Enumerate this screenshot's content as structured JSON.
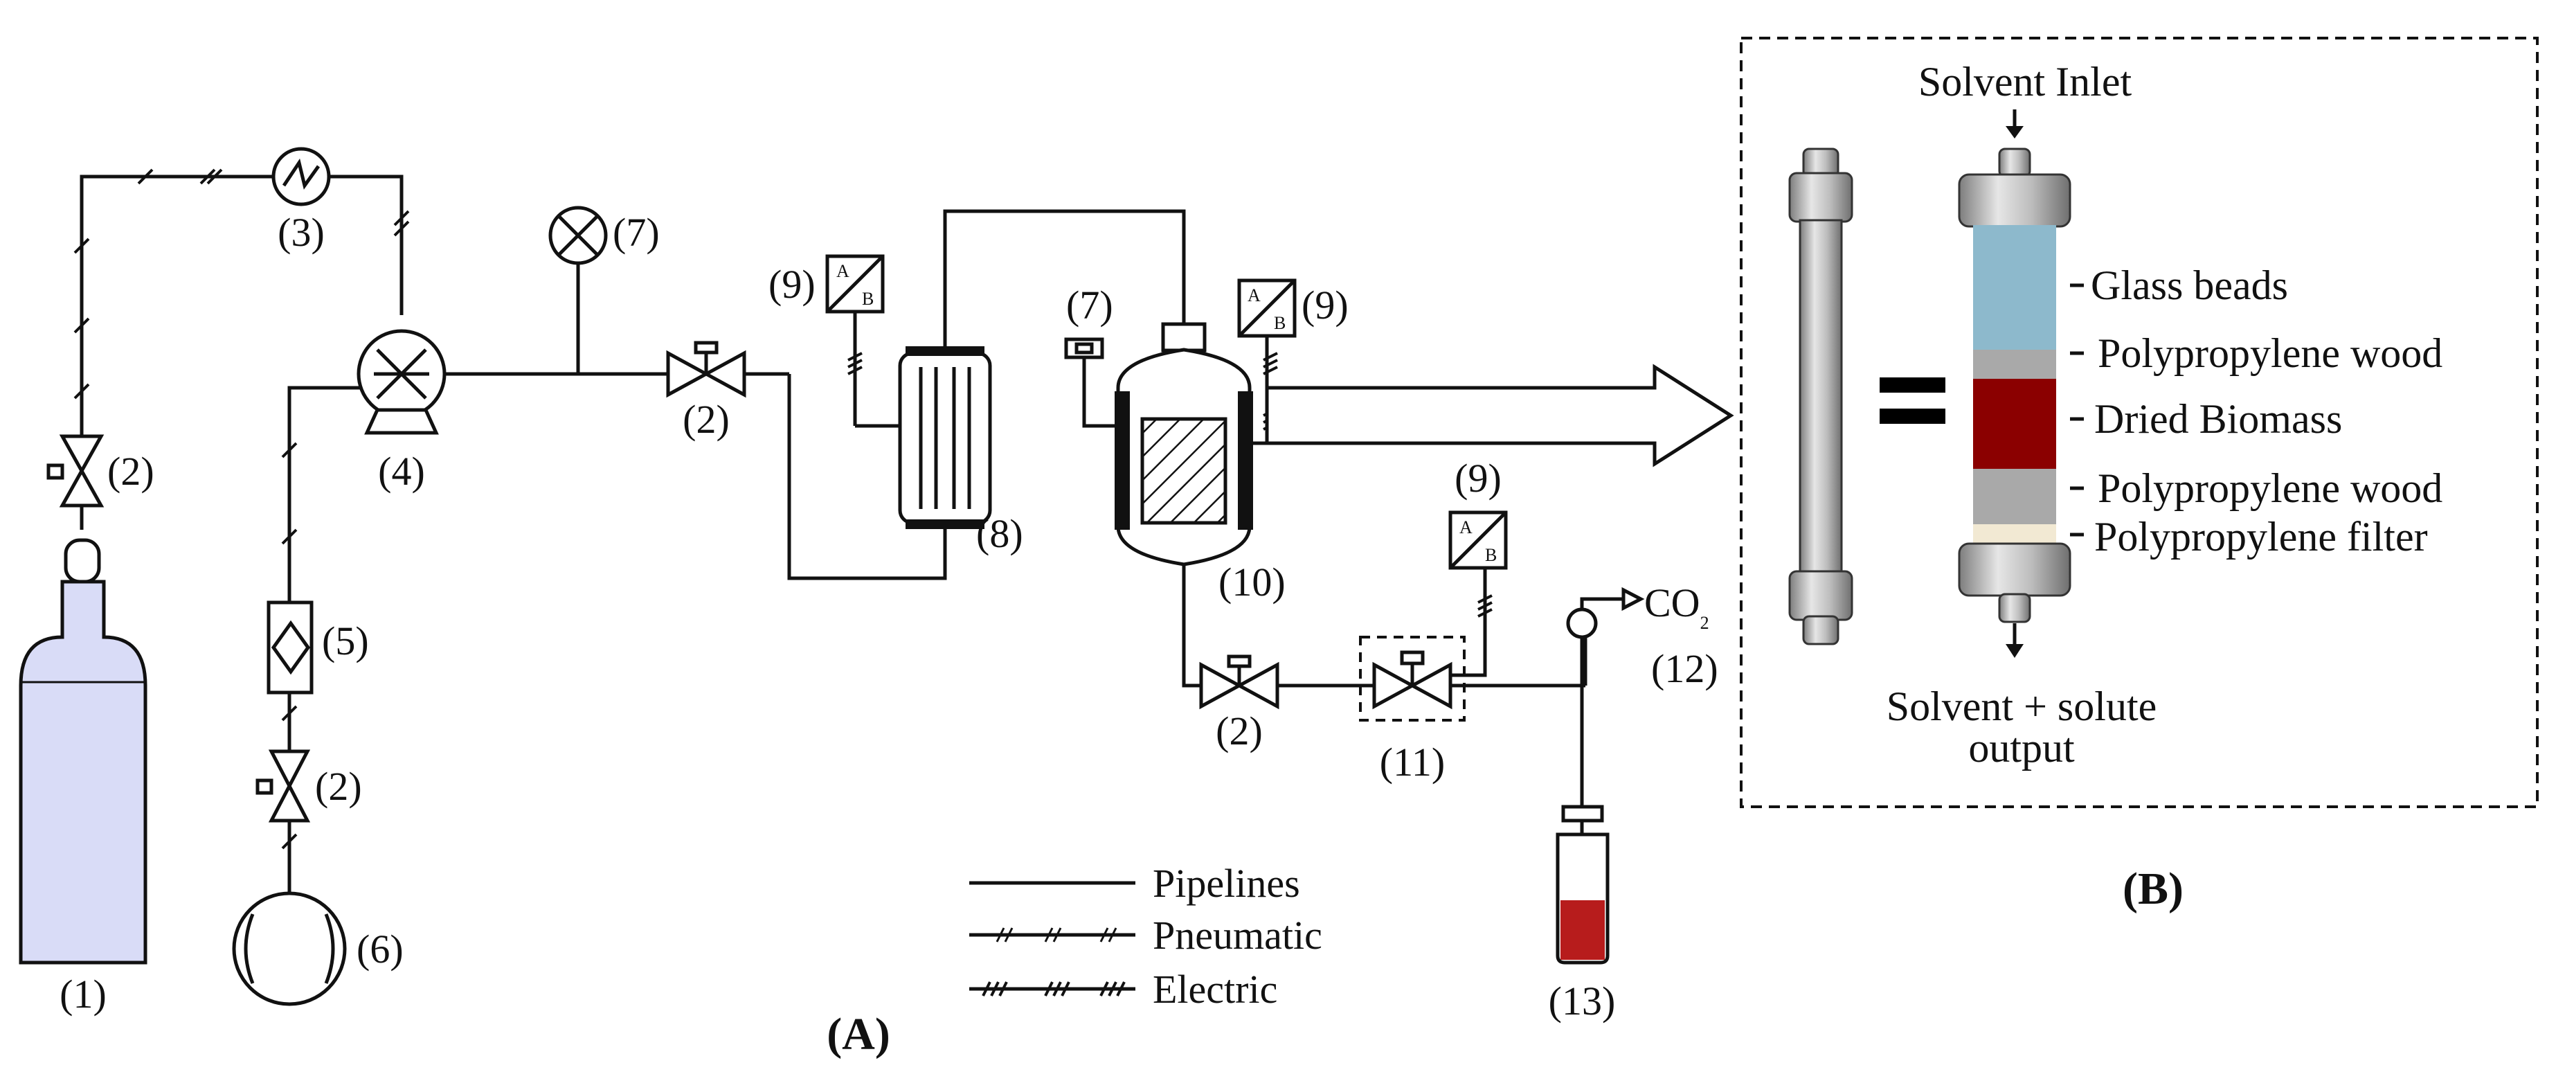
{
  "labels": {
    "cylinder": "(1)",
    "valve_top": "(2)",
    "valve_mid": "(2)",
    "valve_lower": "(2)",
    "valve_bottom": "(2)",
    "controller": "(3)",
    "pump": "(4)",
    "rotameter": "(5)",
    "chiller": "(6)",
    "gauge_main": "(7)",
    "gauge_vessel": "(7)",
    "heater": "(8)",
    "ab_heater": "(9)",
    "ab_vessel": "(9)",
    "ab_bpr": "(9)",
    "vessel": "(10)",
    "bpr": "(11)",
    "vent_num": "(12)",
    "vent_co": "CO",
    "vent_sub": "2",
    "collector": "(13)",
    "part_a": "(A)",
    "part_b": "(B)",
    "ab_a": "A",
    "ab_b": "B"
  },
  "legend": [
    {
      "label": "Pipelines",
      "style": "solid"
    },
    {
      "label": "Pneumatic",
      "style": "pneumatic"
    },
    {
      "label": "Electric",
      "style": "electric"
    }
  ],
  "panel_b": {
    "inlet": "Solvent Inlet",
    "equals": "=",
    "outlet_line1": "Solvent + solute",
    "outlet_line2": "output",
    "layers": [
      {
        "label": "Glass beads",
        "color": "#8db9cc"
      },
      {
        "label": "Polypropylene wood",
        "color": "#a9a9a9"
      },
      {
        "label": "Dried Biomass",
        "color": "#8b0000"
      },
      {
        "label": "Polypropylene wood",
        "color": "#a9a9a9"
      },
      {
        "label": "Polypropylene filter",
        "color": "#f2e9d3"
      }
    ]
  },
  "colors": {
    "cylinder_fill": "#d9dcf7",
    "extract_fill": "#b71c1c",
    "column_grey": "#b0b0b0"
  }
}
